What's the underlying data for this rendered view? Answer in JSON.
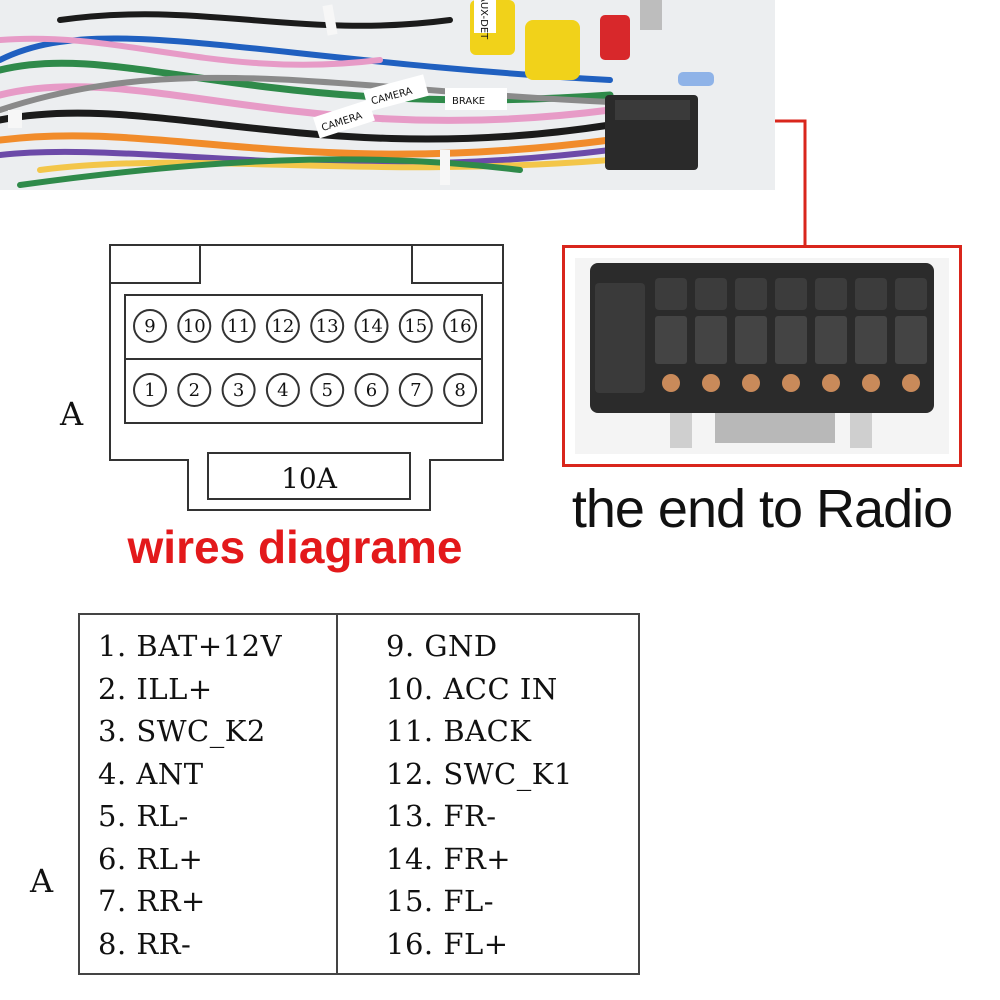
{
  "photo": {
    "labels": [
      "CAMERA",
      "CAMERA",
      "BRAKE",
      "AUX-DET"
    ]
  },
  "diagram_title": "wires diagrame",
  "radio_caption": "the end to Radio",
  "side_label": "A",
  "connector": {
    "top_row": [
      "9",
      "10",
      "11",
      "12",
      "13",
      "14",
      "15",
      "16"
    ],
    "bottom_row": [
      "1",
      "2",
      "3",
      "4",
      "5",
      "6",
      "7",
      "8"
    ],
    "fuse_label": "10A"
  },
  "pin_table": {
    "left": [
      "1. BAT+12V",
      "2. ILL+",
      "3. SWC_K2",
      "4. ANT",
      "5. RL-",
      "6. RL+",
      "7. RR+",
      "8. RR-"
    ],
    "right": [
      "9. GND",
      "10. ACC  IN",
      "11. BACK",
      "12. SWC_K1",
      "13. FR-",
      "14. FR+",
      "15. FL-",
      "16. FL+"
    ]
  },
  "colors": {
    "accent_red": "#e3191b",
    "frame_red": "#d9261c"
  }
}
